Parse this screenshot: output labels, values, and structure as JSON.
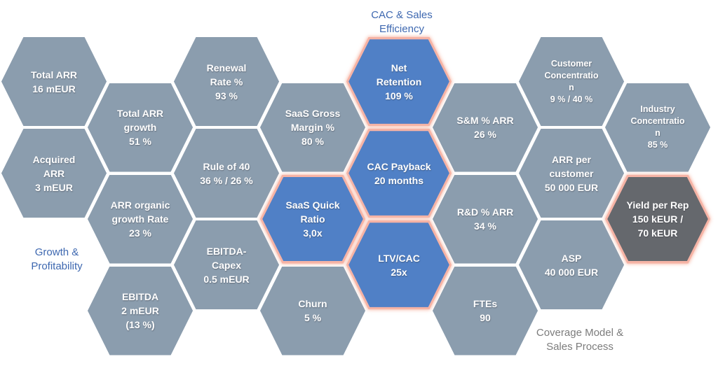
{
  "palette": {
    "hex_gray": "#8B9DAE",
    "hex_blue": "#5080C6",
    "hex_dark": "#65686D",
    "highlight_border": "#F6B3A5",
    "highlight_glow": "#FAD4CB",
    "hex_text": "#FFFFFF",
    "label_blue": "#3E68B0",
    "label_gray": "#7C7C7C",
    "background": "#FFFFFF"
  },
  "section_labels": {
    "cac_sales_efficiency": {
      "lines": [
        "CAC & Sales",
        "Efficiency"
      ]
    },
    "growth_profitability": {
      "lines": [
        "Growth &",
        "Profitability"
      ]
    },
    "coverage_model_sales_process": {
      "lines": [
        "Coverage Model &",
        "Sales Process"
      ]
    }
  },
  "hexagons": [
    {
      "id": "total-arr",
      "col": 0,
      "row": 0,
      "variant": "gray",
      "highlighted": false,
      "lines": [
        "Total ARR",
        "16 mEUR"
      ]
    },
    {
      "id": "acquired-arr",
      "col": 0,
      "row": 1,
      "variant": "gray",
      "highlighted": false,
      "lines": [
        "Acquired",
        "ARR",
        "3 mEUR"
      ]
    },
    {
      "id": "total-arr-growth",
      "col": 1,
      "row": 0,
      "variant": "gray",
      "highlighted": false,
      "lines": [
        "Total ARR",
        "growth",
        "51 %"
      ]
    },
    {
      "id": "arr-organic-growth-rate",
      "col": 1,
      "row": 1,
      "variant": "gray",
      "highlighted": false,
      "lines": [
        "ARR organic",
        "growth Rate",
        "23 %"
      ]
    },
    {
      "id": "ebitda",
      "col": 1,
      "row": 2,
      "variant": "gray",
      "highlighted": false,
      "lines": [
        "EBITDA",
        "2 mEUR",
        "(13 %)"
      ]
    },
    {
      "id": "renewal-rate",
      "col": 2,
      "row": 0,
      "variant": "gray",
      "highlighted": false,
      "lines": [
        "Renewal",
        "Rate %",
        "93 %"
      ]
    },
    {
      "id": "rule-of-40",
      "col": 2,
      "row": 1,
      "variant": "gray",
      "highlighted": false,
      "lines": [
        "Rule of 40",
        "36 % / 26 %"
      ]
    },
    {
      "id": "ebitda-capex",
      "col": 2,
      "row": 2,
      "variant": "gray",
      "highlighted": false,
      "lines": [
        "EBITDA-",
        "Capex",
        "0.5 mEUR"
      ]
    },
    {
      "id": "saas-gross-margin",
      "col": 3,
      "row": 0,
      "variant": "gray",
      "highlighted": false,
      "lines": [
        "SaaS Gross",
        "Margin %",
        "80 %"
      ]
    },
    {
      "id": "saas-quick-ratio",
      "col": 3,
      "row": 1,
      "variant": "blue",
      "highlighted": true,
      "lines": [
        "SaaS Quick",
        "Ratio",
        "3,0x"
      ]
    },
    {
      "id": "churn",
      "col": 3,
      "row": 2,
      "variant": "gray",
      "highlighted": false,
      "lines": [
        "Churn",
        "5 %"
      ]
    },
    {
      "id": "net-retention",
      "col": 4,
      "row": 0,
      "variant": "blue",
      "highlighted": true,
      "lines": [
        "Net",
        "Retention",
        "109 %"
      ]
    },
    {
      "id": "cac-payback",
      "col": 4,
      "row": 1,
      "variant": "blue",
      "highlighted": true,
      "lines": [
        "CAC Payback",
        "20 months"
      ]
    },
    {
      "id": "ltv-cac",
      "col": 4,
      "row": 2,
      "variant": "blue",
      "highlighted": true,
      "lines": [
        "LTV/CAC",
        "25x"
      ]
    },
    {
      "id": "sm-percent-arr",
      "col": 5,
      "row": 0,
      "variant": "gray",
      "highlighted": false,
      "lines": [
        "S&M % ARR",
        "26 %"
      ]
    },
    {
      "id": "rd-percent-arr",
      "col": 5,
      "row": 1,
      "variant": "gray",
      "highlighted": false,
      "lines": [
        "R&D % ARR",
        "34 %"
      ]
    },
    {
      "id": "ftes",
      "col": 5,
      "row": 2,
      "variant": "gray",
      "highlighted": false,
      "lines": [
        "FTEs",
        "90"
      ]
    },
    {
      "id": "customer-concentration",
      "col": 6,
      "row": 0,
      "variant": "gray",
      "highlighted": false,
      "lines": [
        "Customer",
        "Concentratio",
        "n",
        "9 % / 40 %"
      ]
    },
    {
      "id": "arr-per-customer",
      "col": 6,
      "row": 1,
      "variant": "gray",
      "highlighted": false,
      "lines": [
        "ARR per",
        "customer",
        "50 000 EUR"
      ]
    },
    {
      "id": "asp",
      "col": 6,
      "row": 2,
      "variant": "gray",
      "highlighted": false,
      "lines": [
        "ASP",
        "40 000 EUR"
      ]
    },
    {
      "id": "industry-concentration",
      "col": 7,
      "row": 0,
      "variant": "gray",
      "highlighted": false,
      "lines": [
        "Industry",
        "Concentratio",
        "n",
        "85 %"
      ]
    },
    {
      "id": "yield-per-rep",
      "col": 7,
      "row": 1,
      "variant": "dark",
      "highlighted": true,
      "lines": [
        "Yield per Rep",
        "150 kEUR /",
        "70 kEUR"
      ]
    }
  ]
}
